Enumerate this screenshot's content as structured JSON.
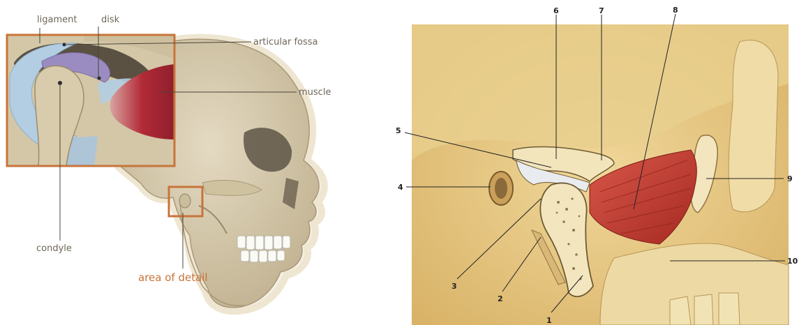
{
  "left_diagram": {
    "labels": {
      "ligament": "ligament",
      "disk": "disk",
      "articular_fossa": "articular fossa",
      "muscle": "muscle",
      "condyle": "condyle",
      "area_of_detail": "area of detail"
    },
    "colors": {
      "bone": "#d8cdb3",
      "muscle": "#b8303a",
      "disk": "#9a8cc0",
      "ligament": "#a9c4dc",
      "frame": "#c8743a"
    }
  },
  "right_diagram": {
    "numbers": [
      "1",
      "2",
      "3",
      "4",
      "5",
      "6",
      "7",
      "8",
      "9",
      "10"
    ],
    "colors": {
      "background": "#e6c987",
      "bone": "#f1e4b8",
      "muscle": "#c0392b"
    }
  }
}
